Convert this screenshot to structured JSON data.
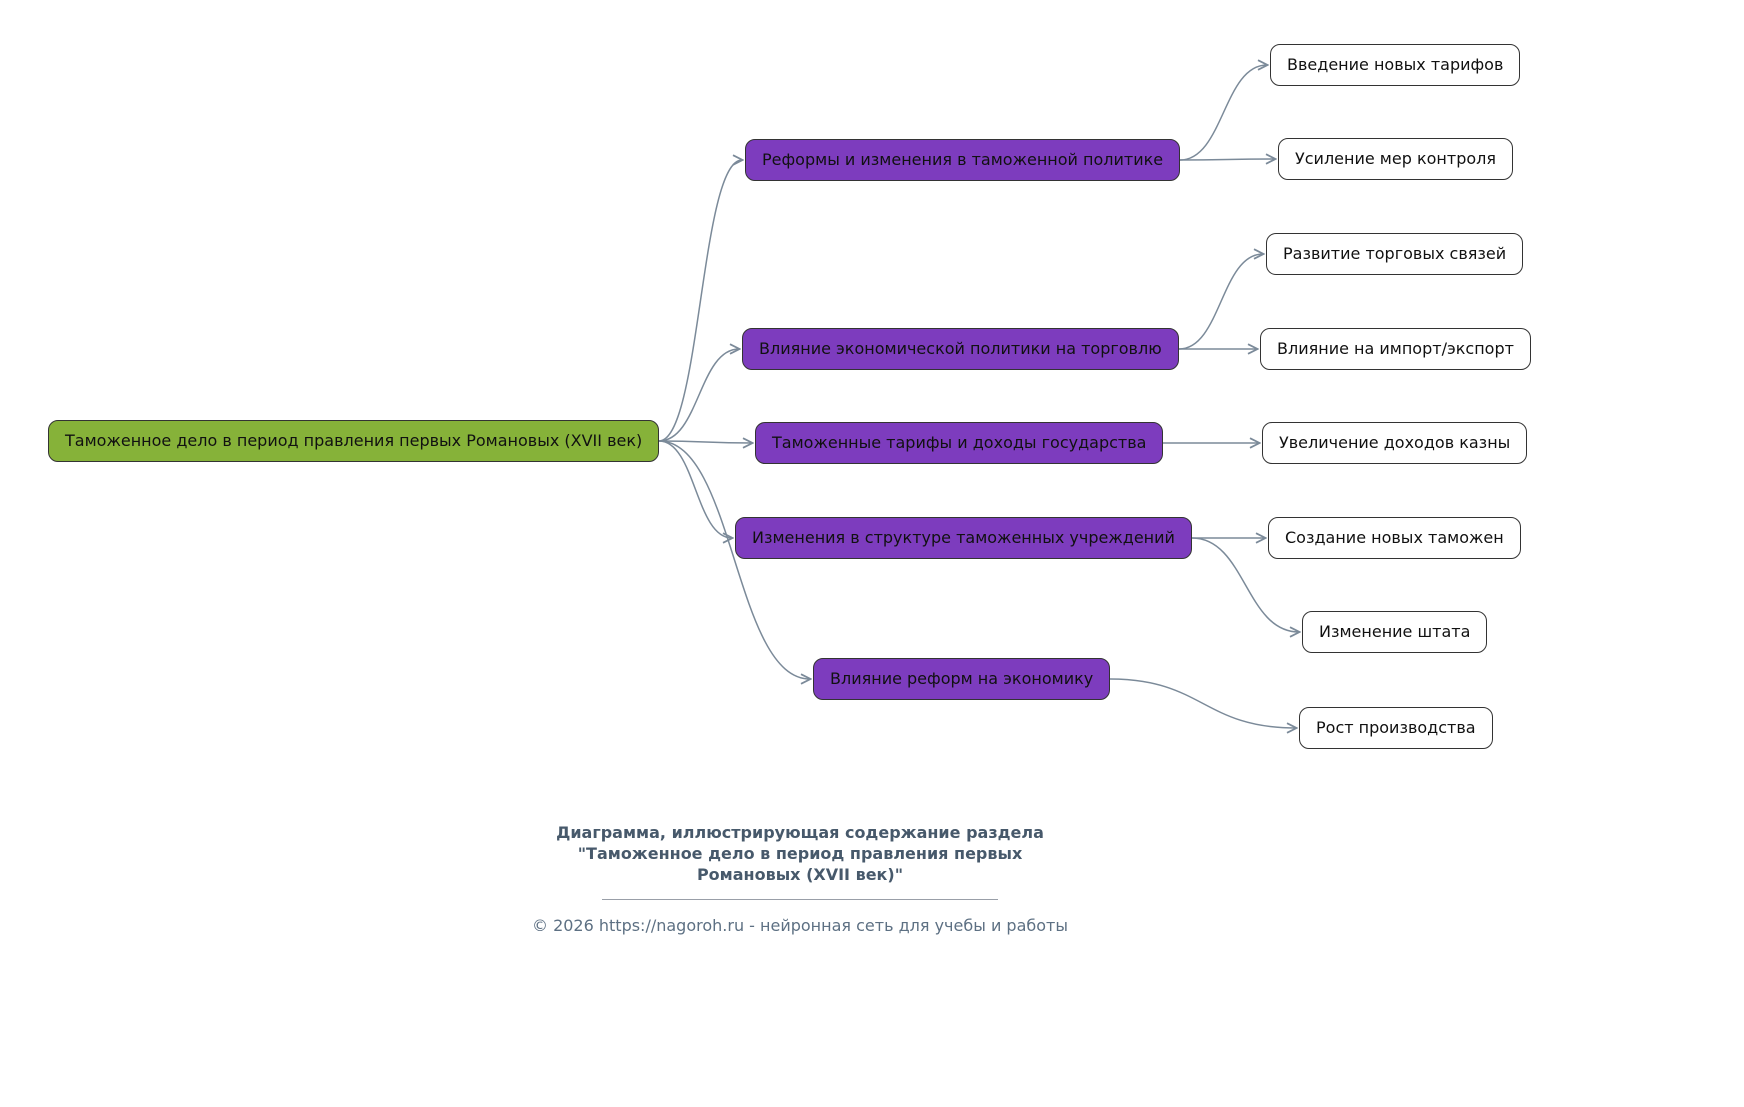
{
  "root": {
    "label": "Таможенное дело в период правления первых Романовых (XVII век)"
  },
  "branches": [
    {
      "label": "Реформы и изменения в таможенной политике",
      "children": [
        "Введение новых тарифов",
        "Усиление мер контроля"
      ]
    },
    {
      "label": "Влияние экономической политики на торговлю",
      "children": [
        "Развитие торговых связей",
        "Влияние на импорт/экспорт"
      ]
    },
    {
      "label": "Таможенные тарифы и доходы государства",
      "children": [
        "Увеличение доходов казны"
      ]
    },
    {
      "label": "Изменения в структуре таможенных учреждений",
      "children": [
        "Создание новых таможен",
        "Изменение штата"
      ]
    },
    {
      "label": "Влияние реформ на экономику",
      "children": [
        "Рост производства"
      ]
    }
  ],
  "footer": {
    "caption_lines": [
      "Диаграмма, иллюстрирующая содержание раздела",
      "\"Таможенное дело в период правления первых",
      "Романовых (XVII век)\""
    ],
    "copyright": "© 2026 https://nagoroh.ru - нейронная сеть для учебы и работы"
  },
  "colors": {
    "rootFill": "#86b239",
    "branchFill": "#7d3cbe",
    "leafFill": "#ffffff",
    "nodeBorder": "#333333",
    "edge": "#7b8a99",
    "captionText": "#47596b",
    "copyrightText": "#5d7083"
  }
}
